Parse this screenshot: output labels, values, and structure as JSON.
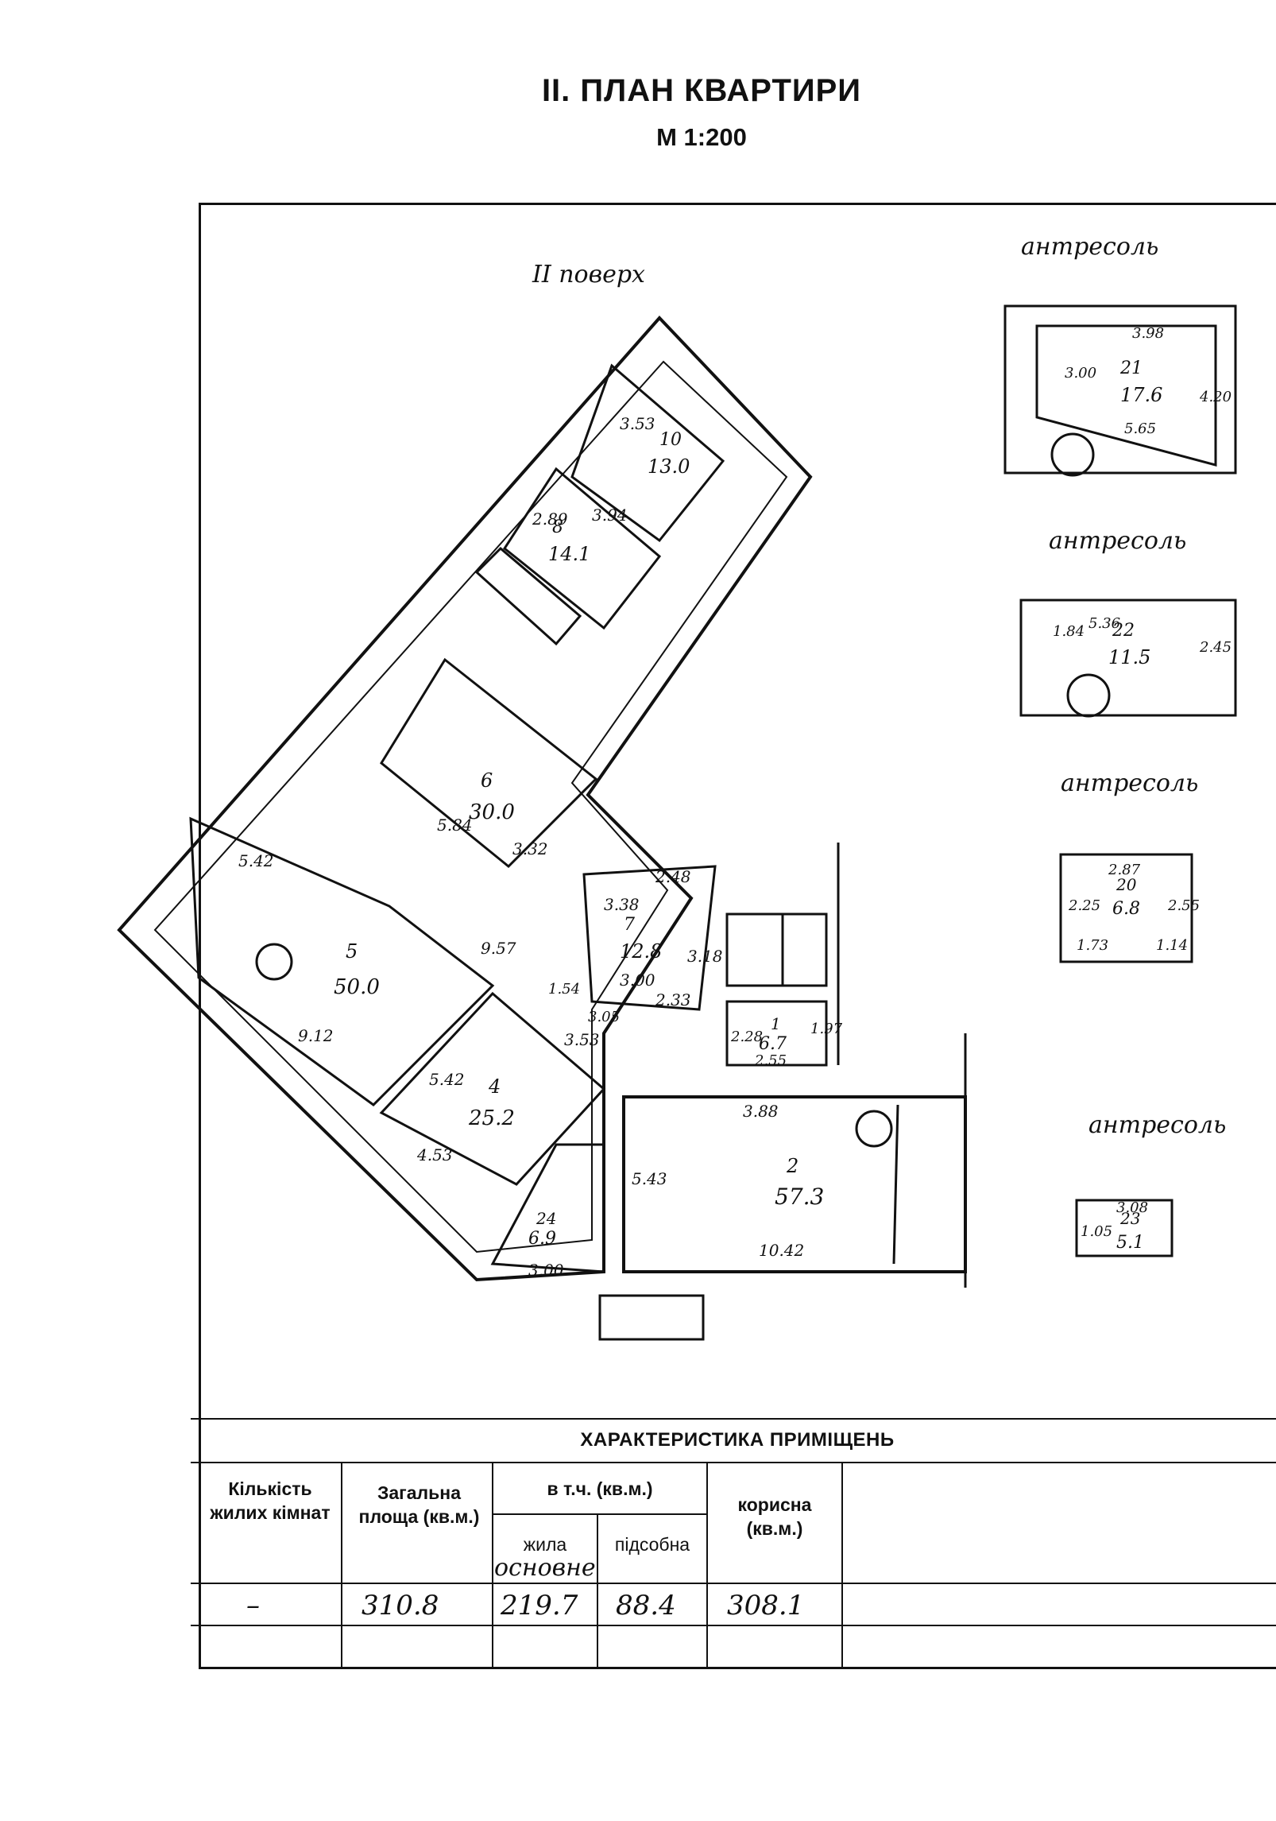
{
  "header": {
    "title": "II. ПЛАН КВАРТИРИ",
    "scale": "М 1:200"
  },
  "plan": {
    "floor_label": "II поверх",
    "mezzanine_label": "антресоль",
    "rooms": [
      {
        "num": "5",
        "area": "50.0"
      },
      {
        "num": "4",
        "area": "25.2"
      },
      {
        "num": "2",
        "area": "57.3"
      },
      {
        "num": "6",
        "area": "30.0"
      },
      {
        "num": "8",
        "area": "14.1"
      },
      {
        "num": "10",
        "area": "13.0"
      },
      {
        "num": "7",
        "area": "12.8"
      },
      {
        "num": "1",
        "area": "6.7"
      },
      {
        "num": "24",
        "area": "6.9"
      },
      {
        "num": "21",
        "area": "17.6"
      },
      {
        "num": "22",
        "area": "11.5"
      },
      {
        "num": "20",
        "area": "6.8"
      },
      {
        "num": "23",
        "area": "5.1"
      }
    ],
    "dimensions": [
      "5.42",
      "9.12",
      "9.57",
      "5.84",
      "3.32",
      "3.53",
      "3.94",
      "2.89",
      "3.38",
      "2.48",
      "3.18",
      "3.00",
      "2.33",
      "5.42",
      "4.53",
      "3.53",
      "3.88",
      "10.42",
      "5.43",
      "3.00",
      "3.98",
      "4.20",
      "5.65",
      "3.00",
      "5.36",
      "2.45",
      "1.84",
      "2.87",
      "2.25",
      "2.55",
      "1.73",
      "1.14",
      "3.08",
      "1.05",
      "2.28",
      "2.55",
      "1.97",
      "1.54",
      "3.05"
    ]
  },
  "table": {
    "title": "ХАРАКТЕРИСТИКА ПРИМІЩЕНЬ",
    "col_rooms": "Кількість жилих кімнат",
    "col_total": "Загальна площа (кв.м.)",
    "col_incl": "в т.ч. (кв.м.)",
    "col_living": "жила",
    "col_aux": "підсобна",
    "col_useful": "корисна (кв.м.)",
    "handwritten_note": "основне",
    "row": {
      "rooms": "–",
      "total": "310.8",
      "living": "219.7",
      "aux": "88.4",
      "useful": "308.1"
    }
  }
}
